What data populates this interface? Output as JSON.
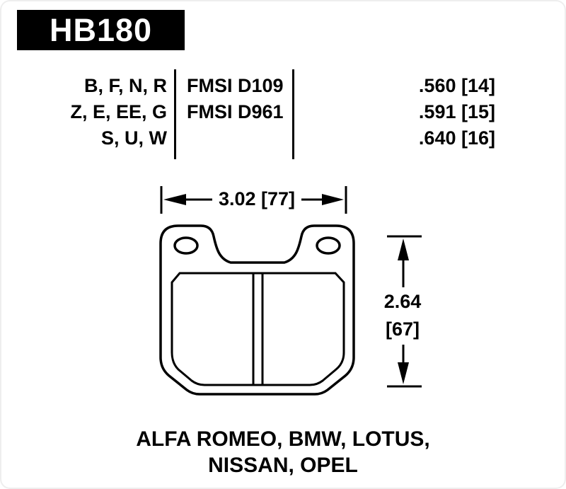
{
  "part_number": "HB180",
  "table": {
    "rows": [
      {
        "codes": "B, F, N, R",
        "fmsi": "FMSI D109",
        "thickness": ".560 [14]"
      },
      {
        "codes": "Z, E, EE, G",
        "fmsi": "FMSI D961",
        "thickness": ".591 [15]"
      },
      {
        "codes": "S, U, W",
        "fmsi": "",
        "thickness": ".640 [16]"
      }
    ]
  },
  "dimensions": {
    "width": "3.02 [77]",
    "height_inches": "2.64",
    "height_mm": "[67]"
  },
  "applications": {
    "line1": "ALFA ROMEO, BMW, LOTUS,",
    "line2": "NISSAN, OPEL"
  },
  "colors": {
    "ink": "#000000",
    "background": "#ffffff",
    "part_box_bg": "#000000",
    "part_box_text": "#ffffff"
  }
}
